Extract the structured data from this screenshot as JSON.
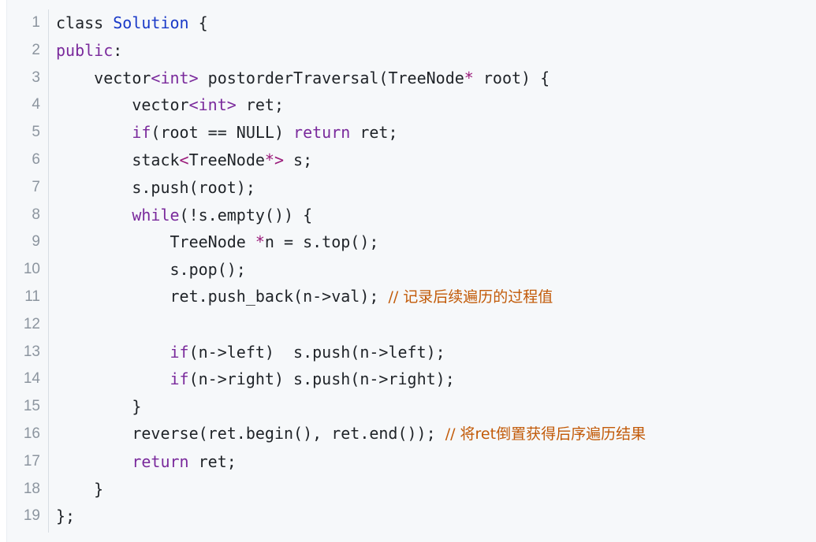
{
  "colors": {
    "default": "#1f2328",
    "keyword": "#7a2a9c",
    "class_name": "#1a3ac8",
    "comment": "#c25a08",
    "operator": "#9a1a7a",
    "line_number": "#8c959f",
    "background": "#f6f8fa"
  },
  "code": {
    "language": "cpp",
    "lines": [
      {
        "number": "1",
        "tokens": [
          {
            "t": "class ",
            "k": "default"
          },
          {
            "t": "Solution",
            "k": "class_name"
          },
          {
            "t": " {",
            "k": "default"
          }
        ]
      },
      {
        "number": "2",
        "tokens": [
          {
            "t": "public",
            "k": "keyword"
          },
          {
            "t": ":",
            "k": "default"
          }
        ]
      },
      {
        "number": "3",
        "tokens": [
          {
            "t": "    vector",
            "k": "default"
          },
          {
            "t": "<int>",
            "k": "keyword"
          },
          {
            "t": " postorderTraversal(TreeNode",
            "k": "default"
          },
          {
            "t": "*",
            "k": "operator"
          },
          {
            "t": " root) {",
            "k": "default"
          }
        ]
      },
      {
        "number": "4",
        "tokens": [
          {
            "t": "        vector",
            "k": "default"
          },
          {
            "t": "<int>",
            "k": "keyword"
          },
          {
            "t": " ret;",
            "k": "default"
          }
        ]
      },
      {
        "number": "5",
        "tokens": [
          {
            "t": "        ",
            "k": "default"
          },
          {
            "t": "if",
            "k": "keyword"
          },
          {
            "t": "(root == NULL) ",
            "k": "default"
          },
          {
            "t": "return",
            "k": "keyword"
          },
          {
            "t": " ret;",
            "k": "default"
          }
        ]
      },
      {
        "number": "6",
        "tokens": [
          {
            "t": "        stack",
            "k": "default"
          },
          {
            "t": "<",
            "k": "operator"
          },
          {
            "t": "TreeNode",
            "k": "default"
          },
          {
            "t": "*>",
            "k": "operator"
          },
          {
            "t": " s;",
            "k": "default"
          }
        ]
      },
      {
        "number": "7",
        "tokens": [
          {
            "t": "        s.push(root);",
            "k": "default"
          }
        ]
      },
      {
        "number": "8",
        "tokens": [
          {
            "t": "        ",
            "k": "default"
          },
          {
            "t": "while",
            "k": "keyword"
          },
          {
            "t": "(!s.empty()) {",
            "k": "default"
          }
        ]
      },
      {
        "number": "9",
        "tokens": [
          {
            "t": "            TreeNode ",
            "k": "default"
          },
          {
            "t": "*",
            "k": "operator"
          },
          {
            "t": "n = s.top();",
            "k": "default"
          }
        ]
      },
      {
        "number": "10",
        "tokens": [
          {
            "t": "            s.pop();",
            "k": "default"
          }
        ]
      },
      {
        "number": "11",
        "tokens": [
          {
            "t": "            ret.push_back(n->val); ",
            "k": "default"
          },
          {
            "t": "// 记录后续遍历的过程值",
            "k": "comment"
          }
        ]
      },
      {
        "number": "12",
        "tokens": [
          {
            "t": "",
            "k": "default"
          }
        ]
      },
      {
        "number": "13",
        "tokens": [
          {
            "t": "            ",
            "k": "default"
          },
          {
            "t": "if",
            "k": "keyword"
          },
          {
            "t": "(n->left)  s.push(n->left);",
            "k": "default"
          }
        ]
      },
      {
        "number": "14",
        "tokens": [
          {
            "t": "            ",
            "k": "default"
          },
          {
            "t": "if",
            "k": "keyword"
          },
          {
            "t": "(n->right) s.push(n->right);",
            "k": "default"
          }
        ]
      },
      {
        "number": "15",
        "tokens": [
          {
            "t": "        }",
            "k": "default"
          }
        ]
      },
      {
        "number": "16",
        "tokens": [
          {
            "t": "        reverse(ret.begin(), ret.end()); ",
            "k": "default"
          },
          {
            "t": "// 将ret倒置获得后序遍历结果",
            "k": "comment"
          }
        ]
      },
      {
        "number": "17",
        "tokens": [
          {
            "t": "        ",
            "k": "default"
          },
          {
            "t": "return",
            "k": "keyword"
          },
          {
            "t": " ret;",
            "k": "default"
          }
        ]
      },
      {
        "number": "18",
        "tokens": [
          {
            "t": "    }",
            "k": "default"
          }
        ]
      },
      {
        "number": "19",
        "tokens": [
          {
            "t": "};",
            "k": "default"
          }
        ]
      }
    ]
  }
}
